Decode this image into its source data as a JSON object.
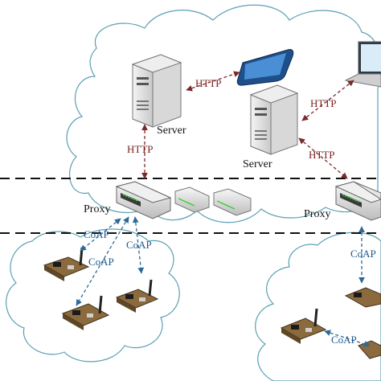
{
  "labels": {
    "server": "Server",
    "proxy": "Proxy",
    "http": "HTTP",
    "coap": "CoAP"
  },
  "colors": {
    "cloud_stroke": "#5b9fb5",
    "http_arrow": "#7a2a2a",
    "coap_arrow": "#2a6a9a",
    "boundary_line": "#111111"
  },
  "icons": {
    "server": "tower-server-icon",
    "phone": "smartphone-icon",
    "laptop": "laptop-icon",
    "proxy": "network-router-icon",
    "sensor": "sensor-board-icon"
  }
}
